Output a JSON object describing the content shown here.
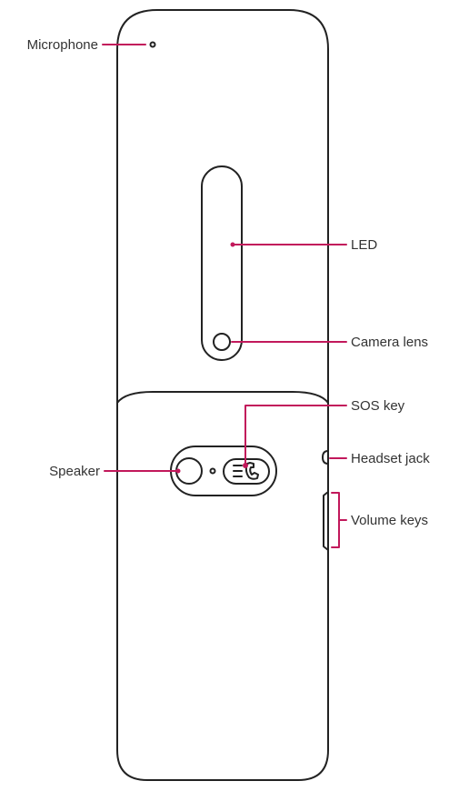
{
  "colors": {
    "outline": "#222222",
    "callout": "#c2185b",
    "text": "#333333"
  },
  "labels": {
    "microphone": "Microphone",
    "led": "LED",
    "camera_lens": "Camera lens",
    "sos_key": "SOS key",
    "speaker": "Speaker",
    "headset_jack": "Headset jack",
    "volume_keys": "Volume keys"
  },
  "icons": {
    "sos_key": "sos-phone-icon"
  }
}
